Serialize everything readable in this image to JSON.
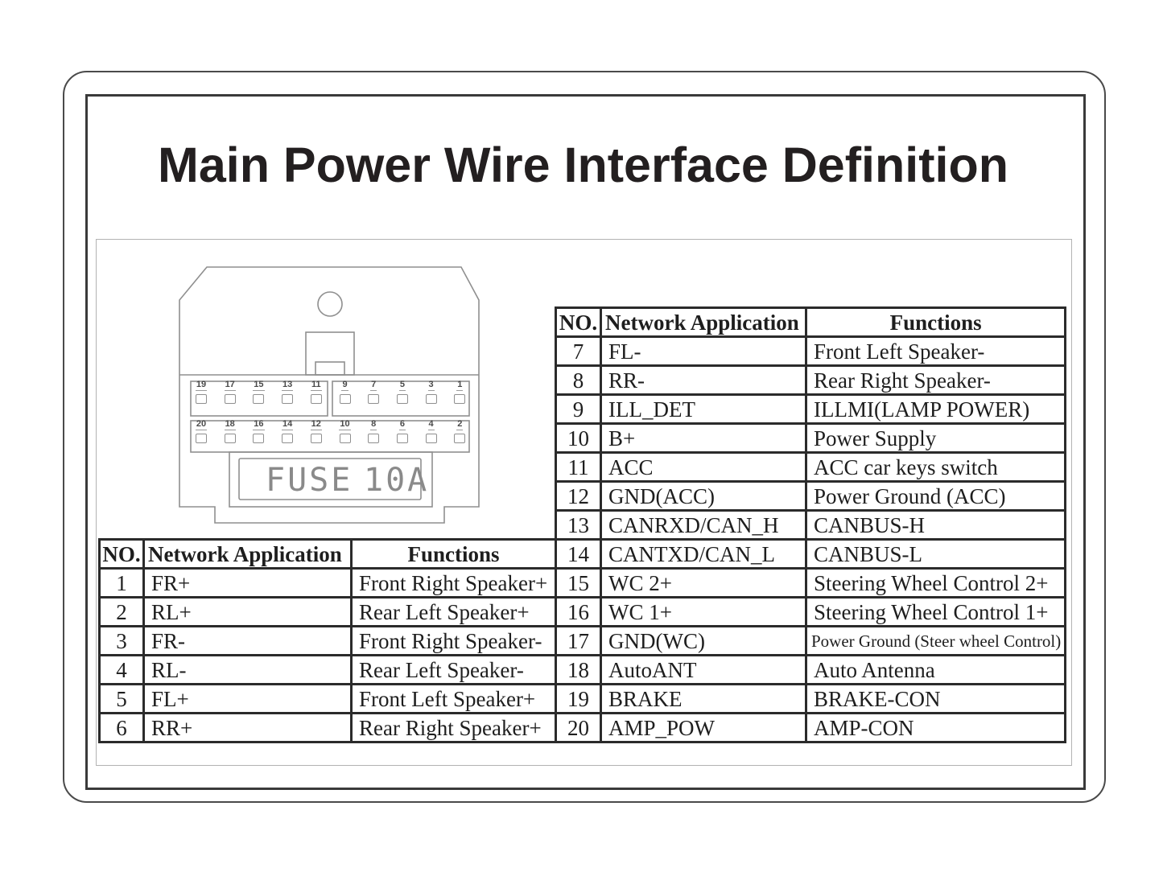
{
  "title": "Main Power Wire Interface Definition",
  "connector": {
    "fuse_text": "FUSE",
    "fuse_amp": "10A",
    "pins_top_left": [
      "19",
      "17",
      "15",
      "13",
      "11"
    ],
    "pins_top_right": [
      "9",
      "7",
      "5",
      "3",
      "1"
    ],
    "pins_bottom": [
      "20",
      "18",
      "16",
      "14",
      "12",
      "10",
      "8",
      "6",
      "4",
      "2"
    ]
  },
  "tables": {
    "left": {
      "headers": [
        "NO.",
        "Network Application",
        "Functions"
      ],
      "rows": [
        [
          "1",
          "FR+",
          "Front Right Speaker+"
        ],
        [
          "2",
          "RL+",
          "Rear Left Speaker+"
        ],
        [
          "3",
          "FR-",
          "Front Right Speaker-"
        ],
        [
          "4",
          "RL-",
          "Rear Left Speaker-"
        ],
        [
          "5",
          "FL+",
          "Front Left Speaker+"
        ],
        [
          "6",
          "RR+",
          "Rear Right Speaker+"
        ]
      ]
    },
    "right": {
      "headers": [
        "NO.",
        "Network Application",
        "Functions"
      ],
      "rows": [
        [
          "7",
          "FL-",
          "Front Left Speaker-"
        ],
        [
          "8",
          "RR-",
          "Rear Right Speaker-"
        ],
        [
          "9",
          "ILL_DET",
          "ILLMI(LAMP POWER)"
        ],
        [
          "10",
          "B+",
          "Power Supply"
        ],
        [
          "11",
          "ACC",
          "ACC car keys switch"
        ],
        [
          "12",
          "GND(ACC)",
          "Power Ground (ACC)"
        ],
        [
          "13",
          "CANRXD/CAN_H",
          "CANBUS-H"
        ],
        [
          "14",
          "CANTXD/CAN_L",
          "CANBUS-L"
        ],
        [
          "15",
          "WC 2+",
          "Steering Wheel Control 2+"
        ],
        [
          "16",
          "WC 1+",
          "Steering Wheel Control 1+"
        ],
        [
          "17",
          "GND(WC)",
          "Power Ground (Steer wheel Control)"
        ],
        [
          "18",
          "AutoANT",
          "Auto Antenna"
        ],
        [
          "19",
          "BRAKE",
          "BRAKE-CON"
        ],
        [
          "20",
          "AMP_POW",
          "AMP-CON"
        ]
      ]
    }
  },
  "colors": {
    "title_text": "#231f20",
    "table_border": "#2b2b2b",
    "table_text": "#1e1e1e",
    "connector_line": "#8f8f8f",
    "frame_line": "#3a3a3a",
    "background": "#ffffff"
  }
}
